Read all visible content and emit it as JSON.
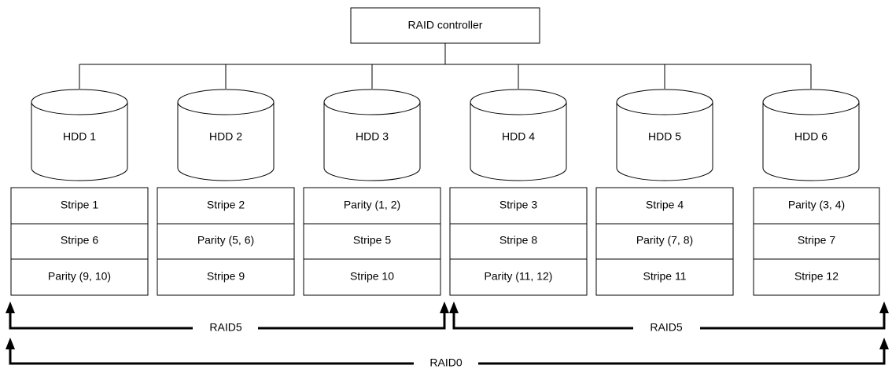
{
  "controller": {
    "label": "RAID controller"
  },
  "disks": [
    {
      "label": "HDD 1",
      "cells": [
        "Stripe 1",
        "Stripe 6",
        "Parity (9, 10)"
      ]
    },
    {
      "label": "HDD 2",
      "cells": [
        "Stripe 2",
        "Parity (5, 6)",
        "Stripe 9"
      ]
    },
    {
      "label": "HDD 3",
      "cells": [
        "Parity (1, 2)",
        "Stripe 5",
        "Stripe 10"
      ]
    },
    {
      "label": "HDD 4",
      "cells": [
        "Stripe 3",
        "Stripe 8",
        "Parity (11, 12)"
      ]
    },
    {
      "label": "HDD 5",
      "cells": [
        "Stripe 4",
        "Parity (7, 8)",
        "Stripe 11"
      ]
    },
    {
      "label": "HDD 6",
      "cells": [
        "Parity (3, 4)",
        "Stripe 7",
        "Stripe 12"
      ]
    }
  ],
  "groups": [
    {
      "label": "RAID5"
    },
    {
      "label": "RAID5"
    }
  ],
  "overall": {
    "label": "RAID0"
  }
}
